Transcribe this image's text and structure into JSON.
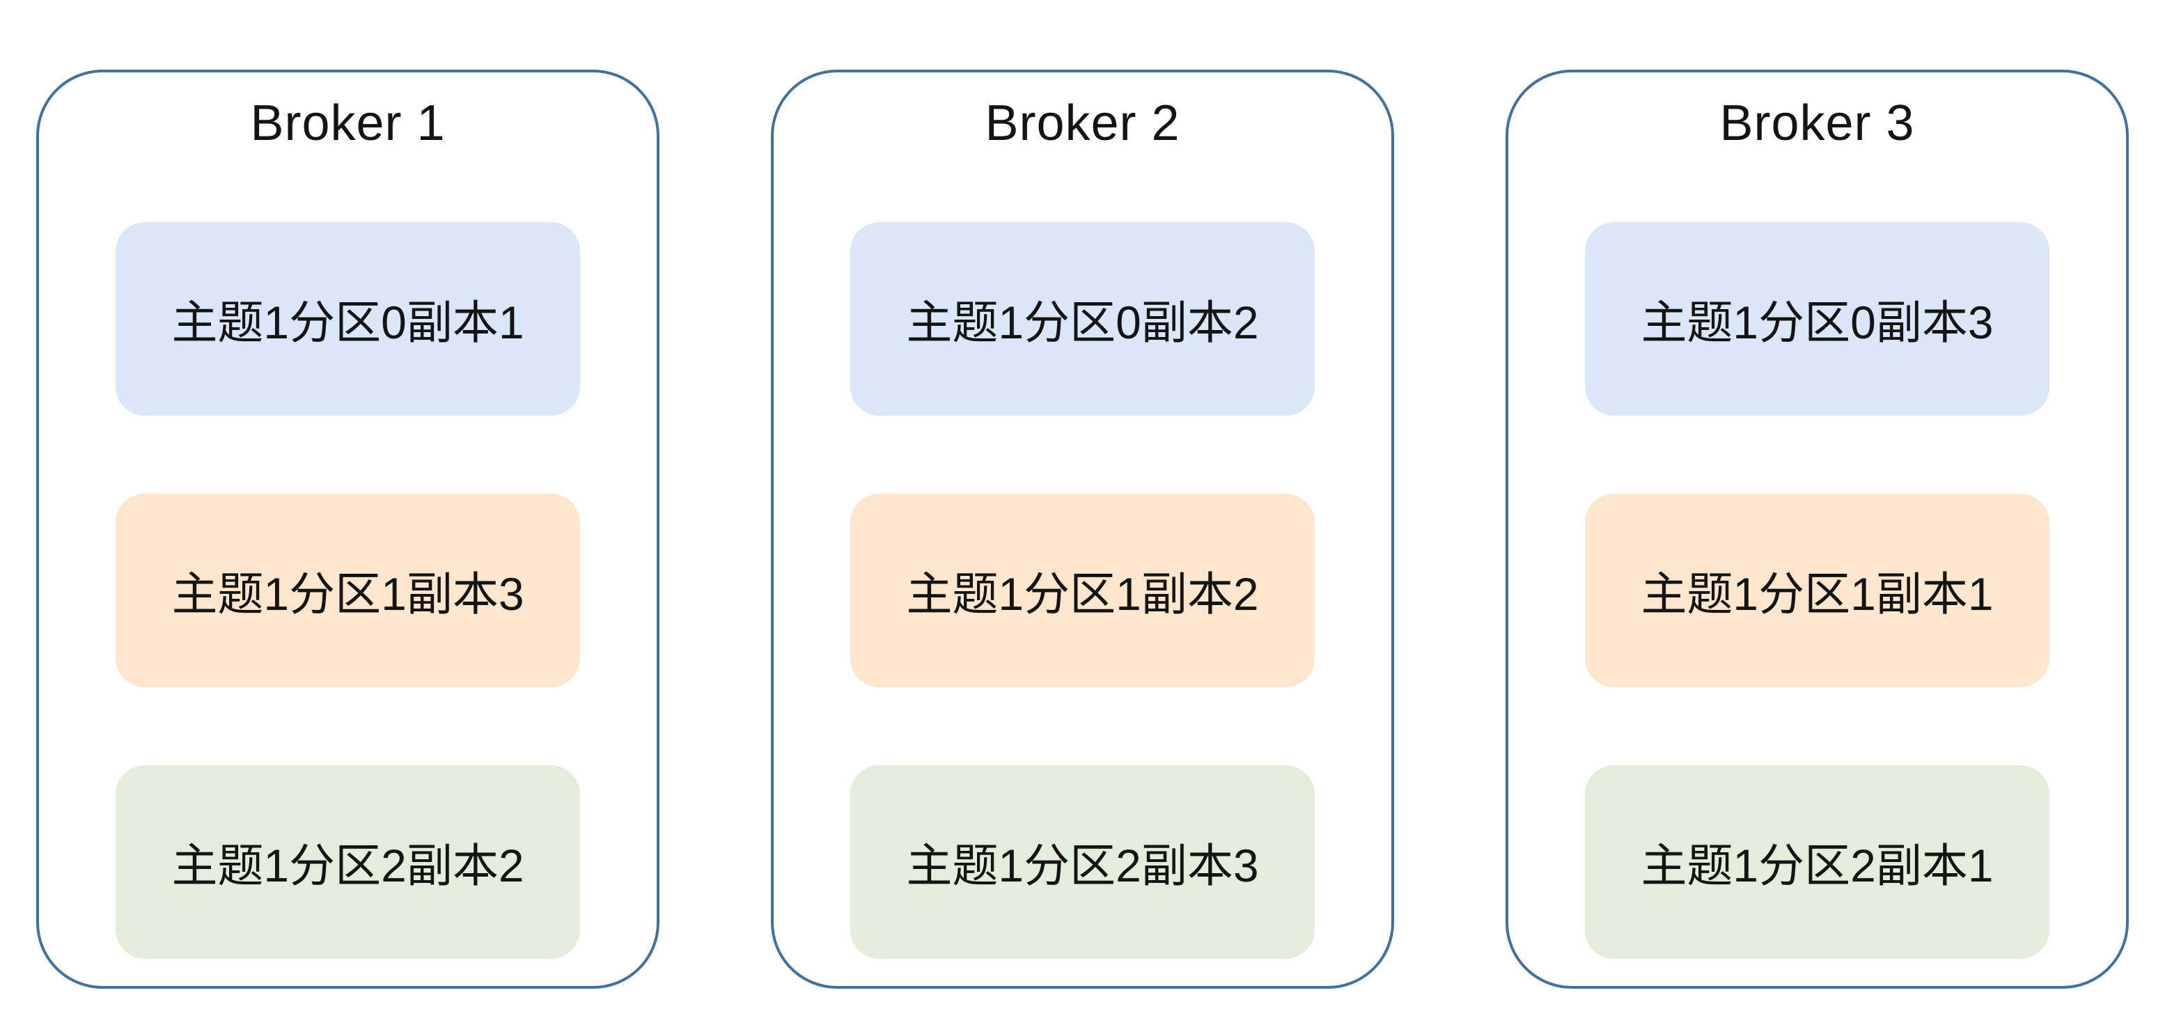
{
  "colors": {
    "broker_border": "#41719C",
    "partition0_fill": "#DAE7F8",
    "partition1_fill": "#FCE6CE",
    "partition2_fill": "#E2EEDA",
    "text": "#141414",
    "background": "#FFFFFF"
  },
  "brokers": [
    {
      "title": "Broker 1",
      "replicas": [
        {
          "label": "主题1分区0副本1",
          "color": "#DAE7F8"
        },
        {
          "label": "主题1分区1副本3",
          "color": "#FCE6CE"
        },
        {
          "label": "主题1分区2副本2",
          "color": "#E2EEDA"
        }
      ]
    },
    {
      "title": "Broker 2",
      "replicas": [
        {
          "label": "主题1分区0副本2",
          "color": "#DAE7F8"
        },
        {
          "label": "主题1分区1副本2",
          "color": "#FCE6CE"
        },
        {
          "label": "主题1分区2副本3",
          "color": "#E2EEDA"
        }
      ]
    },
    {
      "title": "Broker 3",
      "replicas": [
        {
          "label": "主题1分区0副本3",
          "color": "#DAE7F8"
        },
        {
          "label": "主题1分区1副本1",
          "color": "#FCE6CE"
        },
        {
          "label": "主题1分区2副本1",
          "color": "#E2EEDA"
        }
      ]
    }
  ]
}
